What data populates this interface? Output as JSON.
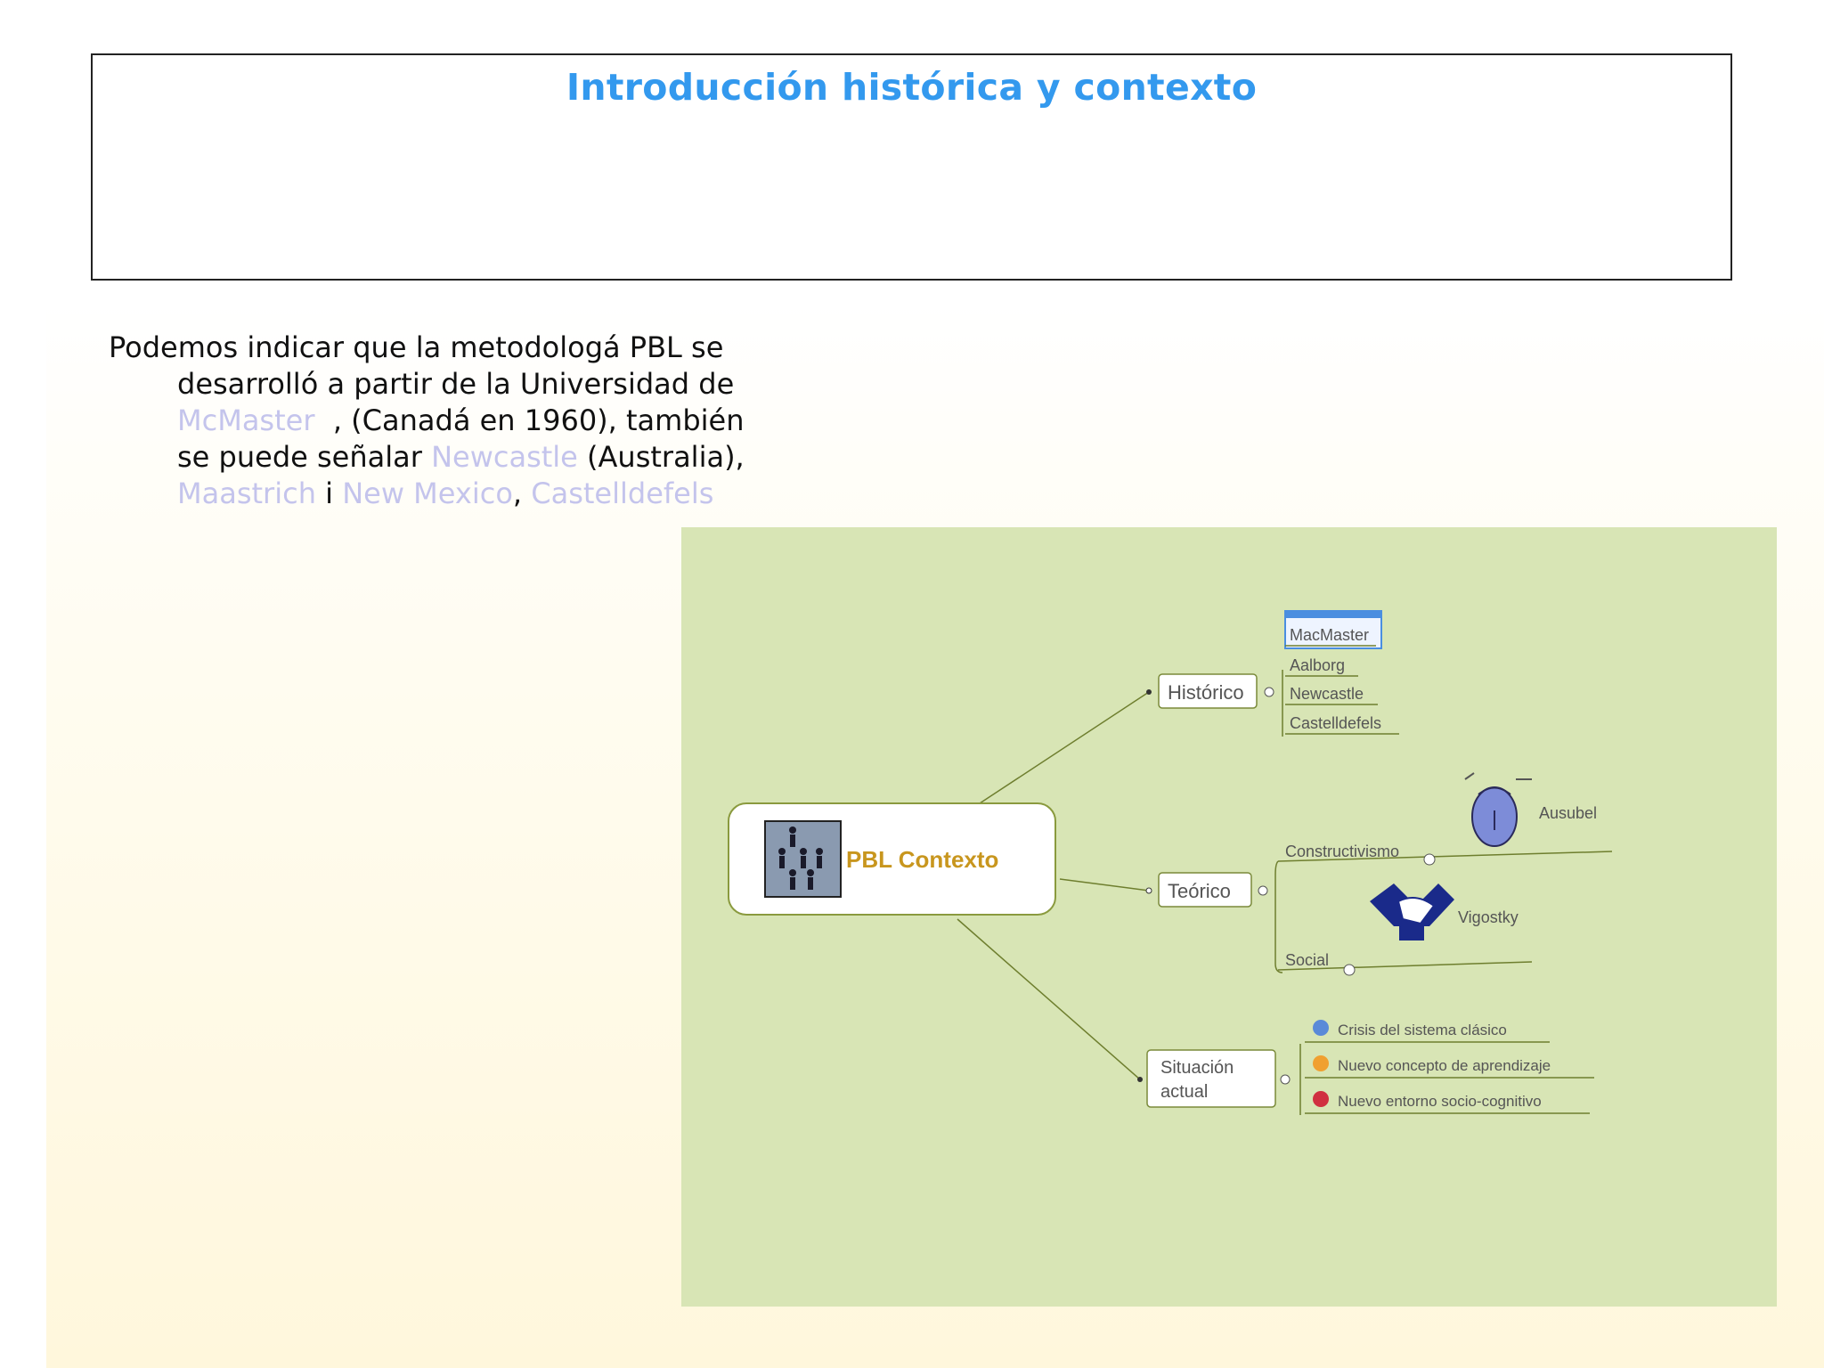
{
  "slide": {
    "title": "Introducción histórica y contexto",
    "paragraph": {
      "line1": "Podemos indicar que la metodologá PBL se",
      "line2": "desarrolló a partir de la Universidad de",
      "line3_link": "McMaster",
      "line3_rest": "  , (Canadá en 1960), también",
      "line4_pre": "se puede señalar ",
      "line4_link": "Newcastle",
      "line4_rest": " (Australia),",
      "line5_link1": "Maastrich",
      "line5_mid": " i ",
      "line5_link2": "New Mexico",
      "line5_comma": ", ",
      "line5_link3": "Castelldefels"
    }
  },
  "mindmap": {
    "central": "PBL Contexto",
    "historico": {
      "label": "Histórico",
      "children": [
        "MacMaster",
        "Aalborg",
        "Newcastle",
        "Castelldefels"
      ]
    },
    "teorico": {
      "label": "Teórico",
      "constructivismo": "Constructivismo",
      "ausubel": "Ausubel",
      "social": "Social",
      "vigostky": "Vigostky"
    },
    "situacion": {
      "label_line1": "Situación",
      "label_line2": "actual",
      "children": [
        "Crisis del sistema clásico",
        "Nuevo concepto de aprendizaje",
        "Nuevo entorno socio-cognitivo"
      ]
    }
  },
  "colors": {
    "title": "#3399ee",
    "link": "#c4c4ec",
    "mindmap_bg": "#d8e5b5",
    "mindmap_line": "#6e7e2e",
    "central_text": "#c8961e"
  },
  "icons": [
    "people-pyramid-icon",
    "head-icon",
    "handshake-icon",
    "sad-face-icon",
    "smile-face-icon",
    "alarm-face-icon"
  ]
}
